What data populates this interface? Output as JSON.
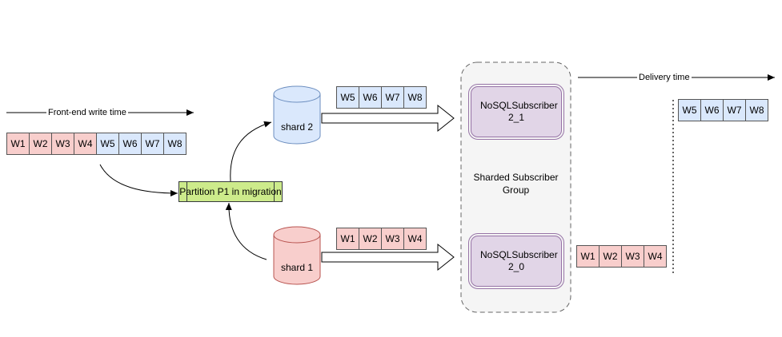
{
  "front_end_label": "Front-end write time",
  "delivery_label": "Delivery time",
  "writes_all": [
    {
      "text": "W1",
      "color": "#f8cecc"
    },
    {
      "text": "W2",
      "color": "#f8cecc"
    },
    {
      "text": "W3",
      "color": "#f8cecc"
    },
    {
      "text": "W4",
      "color": "#f8cecc"
    },
    {
      "text": "W5",
      "color": "#dae8fc"
    },
    {
      "text": "W6",
      "color": "#dae8fc"
    },
    {
      "text": "W7",
      "color": "#dae8fc"
    },
    {
      "text": "W8",
      "color": "#dae8fc"
    }
  ],
  "shard2_writes": [
    "W5",
    "W6",
    "W7",
    "W8"
  ],
  "shard1_writes": [
    "W1",
    "W2",
    "W3",
    "W4"
  ],
  "delivered_top": [
    "W5",
    "W6",
    "W7",
    "W8"
  ],
  "delivered_bottom": [
    "W1",
    "W2",
    "W3",
    "W4"
  ],
  "partition_label": "Partition P1 in migration",
  "shard2_label": "shard 2",
  "shard1_label": "shard 1",
  "subscriber_top": "NoSQLSubscriber 2_1",
  "subscriber_bottom": "NoSQLSubscriber 2_0",
  "group_label": "Sharded Subscriber Group",
  "colors": {
    "pink": "#f8cecc",
    "blue": "#dae8fc",
    "partition": "#cdeb8b",
    "subscriber": "#e1d5e7",
    "subscriber_border": "#9673a6"
  }
}
